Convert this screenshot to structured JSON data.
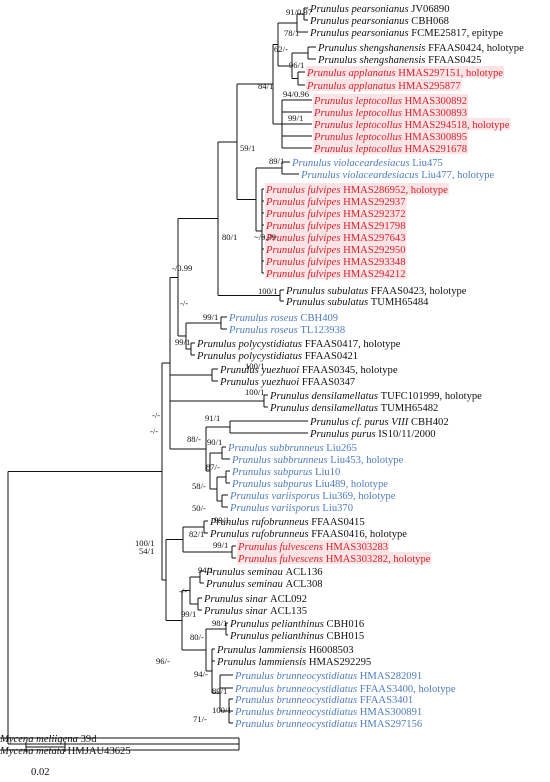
{
  "colors": {
    "branch": "#111111",
    "black": "#111111",
    "blue": "#4f7dbf",
    "red": "#d7212b",
    "highlight": "#fbe4e6"
  },
  "taxa": [
    {
      "genus": "Prunulus",
      "epithet": "pearsonianus",
      "voucher": "JV06890",
      "note": "",
      "color": "black"
    },
    {
      "genus": "Prunulus",
      "epithet": "pearsonianus",
      "voucher": "CBH068",
      "note": "",
      "color": "black"
    },
    {
      "genus": "Prunulus",
      "epithet": "pearsonianus",
      "voucher": "FCME25817",
      "note": ", epitype",
      "color": "black"
    },
    {
      "genus": "Prunulus",
      "epithet": "shengshanensis",
      "voucher": "FFAAS0424",
      "note": ", holotype",
      "color": "black"
    },
    {
      "genus": "Prunulus",
      "epithet": "shengshanensis",
      "voucher": "FFAAS0425",
      "note": "",
      "color": "black"
    },
    {
      "genus": "Prunulus",
      "epithet": "applanatus",
      "voucher": "HMAS297151",
      "note": ", holotype",
      "color": "red"
    },
    {
      "genus": "Prunulus",
      "epithet": "applanatus",
      "voucher": "HMAS295877",
      "note": "",
      "color": "red"
    },
    {
      "genus": "Prunulus",
      "epithet": "leptocollus",
      "voucher": "HMAS300892",
      "note": "",
      "color": "red"
    },
    {
      "genus": "Prunulus",
      "epithet": "leptocollus",
      "voucher": "HMAS300893",
      "note": "",
      "color": "red"
    },
    {
      "genus": "Prunulus",
      "epithet": "leptocollus",
      "voucher": "HMAS294518",
      "note": ", holotype",
      "color": "red"
    },
    {
      "genus": "Prunulus",
      "epithet": "leptocollus",
      "voucher": "HMAS300895",
      "note": "",
      "color": "red"
    },
    {
      "genus": "Prunulus",
      "epithet": "leptocollus",
      "voucher": "HMAS291678",
      "note": "",
      "color": "red"
    },
    {
      "genus": "Prunulus",
      "epithet": "violaceardesiacus",
      "voucher": "Liu475",
      "note": "",
      "color": "blue"
    },
    {
      "genus": "Prunulus",
      "epithet": "violaceardesiacus",
      "voucher": "Liu477",
      "note": ", holotype",
      "color": "blue"
    },
    {
      "genus": "Prunulus",
      "epithet": "fulvipes",
      "voucher": "HMAS286952",
      "note": ", holotype",
      "color": "red"
    },
    {
      "genus": "Prunulus",
      "epithet": "fulvipes",
      "voucher": "HMAS292937",
      "note": "",
      "color": "red"
    },
    {
      "genus": "Prunulus",
      "epithet": "fulvipes",
      "voucher": "HMAS292372",
      "note": "",
      "color": "red"
    },
    {
      "genus": "Prunulus",
      "epithet": "fulvipes",
      "voucher": "HMAS291798",
      "note": "",
      "color": "red"
    },
    {
      "genus": "Prunulus",
      "epithet": "fulvipes",
      "voucher": "HMAS297643",
      "note": "",
      "color": "red"
    },
    {
      "genus": "Prunulus",
      "epithet": "fulvipes",
      "voucher": "HMAS292950",
      "note": "",
      "color": "red"
    },
    {
      "genus": "Prunulus",
      "epithet": "fulvipes",
      "voucher": "HMAS293348",
      "note": "",
      "color": "red"
    },
    {
      "genus": "Prunulus",
      "epithet": "fulvipes",
      "voucher": "HMAS294212",
      "note": "",
      "color": "red"
    },
    {
      "genus": "Prunulus",
      "epithet": "subulatus",
      "voucher": "FFAAS0423",
      "note": ", holotype",
      "color": "black"
    },
    {
      "genus": "Prunulus",
      "epithet": "subulatus",
      "voucher": "TUMH65484",
      "note": "",
      "color": "black"
    },
    {
      "genus": "Prunulus",
      "epithet": "roseus",
      "voucher": "CBH409",
      "note": "",
      "color": "blue"
    },
    {
      "genus": "Prunulus",
      "epithet": "roseus",
      "voucher": "TL123938",
      "note": "",
      "color": "blue"
    },
    {
      "genus": "Prunulus",
      "epithet": "polycystidiatus",
      "voucher": "FFAAS0417",
      "note": ", holotype",
      "color": "black"
    },
    {
      "genus": "Prunulus",
      "epithet": "polycystidiatus",
      "voucher": "FFAAS0421",
      "note": "",
      "color": "black"
    },
    {
      "genus": "Prunulus",
      "epithet": "yuezhuoi",
      "voucher": "FFAAS0345",
      "note": ", holotype",
      "color": "black"
    },
    {
      "genus": "Prunulus",
      "epithet": "yuezhuoi",
      "voucher": "FFAAS0347",
      "note": "",
      "color": "black"
    },
    {
      "genus": "Prunulus",
      "epithet": "densilamellatus",
      "voucher": "TUFC101999",
      "note": ", holotype",
      "color": "black"
    },
    {
      "genus": "Prunulus",
      "epithet": "densilamellatus",
      "voucher": "TUMH65482",
      "note": "",
      "color": "black"
    },
    {
      "genus": "Prunulus",
      "epithet": "cf. purus VIII",
      "voucher": "CBH402",
      "note": "",
      "color": "black"
    },
    {
      "genus": "Prunulus",
      "epithet": "purus",
      "voucher": "IS10/11/2000",
      "note": "",
      "color": "black"
    },
    {
      "genus": "Prunulus",
      "epithet": "subbrunneus",
      "voucher": "Liu265",
      "note": "",
      "color": "blue"
    },
    {
      "genus": "Prunulus",
      "epithet": "subbrunneus",
      "voucher": "Liu453",
      "note": ", holotype",
      "color": "blue"
    },
    {
      "genus": "Prunulus",
      "epithet": "subpurus",
      "voucher": "Liu10",
      "note": "",
      "color": "blue"
    },
    {
      "genus": "Prunulus",
      "epithet": "subpurus",
      "voucher": "Liu489",
      "note": ", holotype",
      "color": "blue"
    },
    {
      "genus": "Prunulus",
      "epithet": "variisporus",
      "voucher": "Liu369",
      "note": ", holotype",
      "color": "blue"
    },
    {
      "genus": "Prunulus",
      "epithet": "variisporus",
      "voucher": "Liu370",
      "note": "",
      "color": "blue"
    },
    {
      "genus": "Prunulus",
      "epithet": "rufobrunneus",
      "voucher": "FFAAS0415",
      "note": "",
      "color": "black"
    },
    {
      "genus": "Prunulus",
      "epithet": "rufobrunneus",
      "voucher": "FFAAS0416",
      "note": ", holotype",
      "color": "black"
    },
    {
      "genus": "Prunulus",
      "epithet": "fulvescens",
      "voucher": "HMAS303283",
      "note": "",
      "color": "red"
    },
    {
      "genus": "Prunulus",
      "epithet": "fulvescens",
      "voucher": "HMAS303282",
      "note": ", holotype",
      "color": "red"
    },
    {
      "genus": "Prunulus",
      "epithet": "seminau",
      "voucher": "ACL136",
      "note": "",
      "color": "black"
    },
    {
      "genus": "Prunulus",
      "epithet": "seminau",
      "voucher": "ACL308",
      "note": "",
      "color": "black"
    },
    {
      "genus": "Prunulus",
      "epithet": "sinar",
      "voucher": "ACL092",
      "note": "",
      "color": "black"
    },
    {
      "genus": "Prunulus",
      "epithet": "sinar",
      "voucher": "ACL135",
      "note": "",
      "color": "black"
    },
    {
      "genus": "Prunulus",
      "epithet": "pelianthinus",
      "voucher": "CBH016",
      "note": "",
      "color": "black"
    },
    {
      "genus": "Prunulus",
      "epithet": "pelianthinus",
      "voucher": "CBH015",
      "note": "",
      "color": "black"
    },
    {
      "genus": "Prunulus",
      "epithet": "lammiensis",
      "voucher": "H6008503",
      "note": "",
      "color": "black"
    },
    {
      "genus": "Prunulus",
      "epithet": "lammiensis",
      "voucher": "HMAS292295",
      "note": "",
      "color": "black"
    },
    {
      "genus": "Prunulus",
      "epithet": "brunneocystidiatus",
      "voucher": "HMAS282091",
      "note": "",
      "color": "blue"
    },
    {
      "genus": "Prunulus",
      "epithet": "brunneocystidiatus",
      "voucher": "FFAAS3400",
      "note": ", holotype",
      "color": "blue"
    },
    {
      "genus": "Prunulus",
      "epithet": "brunneocystidiatus",
      "voucher": "FFAAS3401",
      "note": "",
      "color": "blue"
    },
    {
      "genus": "Prunulus",
      "epithet": "brunneocystidiatus",
      "voucher": "HMAS300891",
      "note": "",
      "color": "blue"
    },
    {
      "genus": "Prunulus",
      "epithet": "brunneocystidiatus",
      "voucher": "HMAS297156",
      "note": "",
      "color": "blue"
    },
    {
      "genus": "Mycena",
      "epithet": "meliigena",
      "voucher": "39d",
      "note": "",
      "color": "black"
    },
    {
      "genus": "Mycena",
      "epithet": "metata",
      "voucher": "HMJAU43625",
      "note": "",
      "color": "black"
    }
  ],
  "support_values": [
    "91/0.97",
    "78/1",
    "62/-",
    "96/1",
    "94/0.96",
    "84/1",
    "99/1",
    "89/1",
    "59/1",
    "~/0.99",
    "80/1",
    "-/0.99",
    "100/1",
    "-/-",
    "99/1",
    "99/1",
    "100/1",
    "100/1",
    "91/1",
    "88/-",
    "90/1",
    "87/-",
    "58/-",
    "50/-",
    "-/-",
    "-/-",
    "99/1",
    "82/1",
    "99/1",
    "94/1",
    "-/-",
    "99/1",
    "54/1",
    "100/1",
    "98/1",
    "80/-",
    "94/-",
    "89/1",
    "71/-",
    "96/-",
    "100/1"
  ],
  "scale_bar": {
    "label": "0.02"
  }
}
